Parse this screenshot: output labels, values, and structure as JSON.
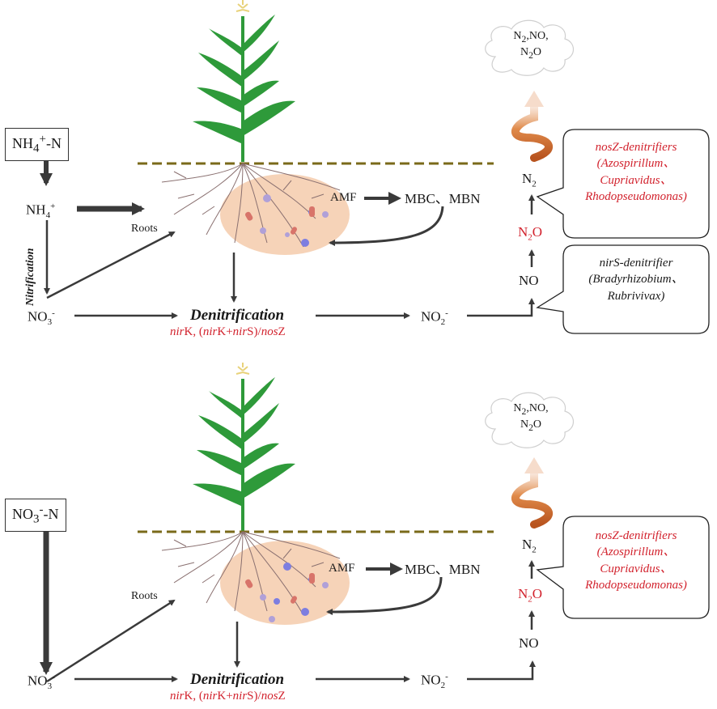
{
  "colors": {
    "arrow": "#3a3a3a",
    "red_text": "#d2222d",
    "soil_line": "#7a6a1a",
    "rhizosphere": "#f6d3b8",
    "plant_green": "#2e9a3a",
    "root": "#8a7070",
    "emission_arrow": "#c0642a"
  },
  "panels": [
    {
      "id": "top",
      "source_box": {
        "base": "NH",
        "sub": "4",
        "sup": "+",
        "tail": "-N"
      },
      "ammonium_node": {
        "base": "NH",
        "sub": "4",
        "sup": "+"
      },
      "nitrification_label": "Nitrification",
      "roots_label": "Roots",
      "nitrate_node": {
        "base": "NO",
        "sub": "3",
        "sup": "-"
      },
      "amf_label": "AMF",
      "microbial_biomass_label": "MBC、MBN",
      "denitrification_label": "Denitrification",
      "gene_label": {
        "p1": "nir",
        "p2": "K, (",
        "p3": "nir",
        "p4": "K+",
        "p5": "nir",
        "p6": "S)/",
        "p7": "nos",
        "p8": "Z"
      },
      "nitrite_node": {
        "base": "NO",
        "sub": "2",
        "sup": "-"
      },
      "no_node": "NO",
      "n2o_node": {
        "base": "N",
        "sub": "2",
        "tail": "O"
      },
      "n2_node": {
        "base": "N",
        "sub": "2"
      },
      "cloud": {
        "line1_base": "N",
        "line1_sub": "2",
        "line1_tail": ",NO,",
        "line2_base": "N",
        "line2_sub": "2",
        "line2_tail": "O"
      },
      "nosz_callout": {
        "line1": "nosZ-denitrifiers",
        "line2": "(Azospirillum、",
        "line3": "Cupriavidus、",
        "line4": "Rhodopseudomonas)"
      },
      "nirs_callout": {
        "line1": "nirS-denitrifier",
        "line2": "(Bradyrhizobium、",
        "line3": "Rubrivivax)"
      }
    },
    {
      "id": "bottom",
      "source_box": {
        "base": "NO",
        "sub": "3",
        "sup": "-",
        "tail": "-N"
      },
      "roots_label": "Roots",
      "nitrate_node": {
        "base": "NO",
        "sub": "3",
        "sup": "-"
      },
      "amf_label": "AMF",
      "microbial_biomass_label": "MBC、MBN",
      "denitrification_label": "Denitrification",
      "gene_label": {
        "p1": "nir",
        "p2": "K, (",
        "p3": "nir",
        "p4": "K+",
        "p5": "nir",
        "p6": "S)/",
        "p7": "nos",
        "p8": "Z"
      },
      "nitrite_node": {
        "base": "NO",
        "sub": "2",
        "sup": "-"
      },
      "no_node": "NO",
      "n2o_node": {
        "base": "N",
        "sub": "2",
        "tail": "O"
      },
      "n2_node": {
        "base": "N",
        "sub": "2"
      },
      "cloud": {
        "line1_base": "N",
        "line1_sub": "2",
        "line1_tail": ",NO,",
        "line2_base": "N",
        "line2_sub": "2",
        "line2_tail": "O"
      },
      "nosz_callout": {
        "line1": "nosZ-denitrifiers",
        "line2": "(Azospirillum、",
        "line3": "Cupriavidus、",
        "line4": "Rhodopseudomonas)"
      }
    }
  ]
}
